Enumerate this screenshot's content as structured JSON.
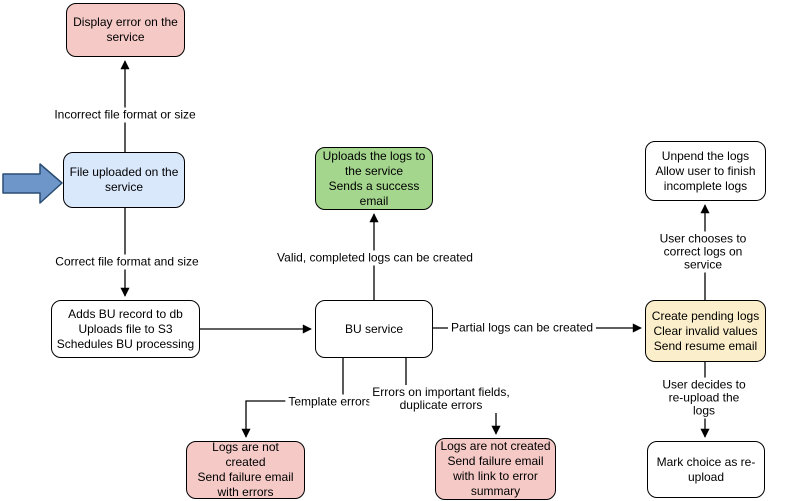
{
  "nodes": {
    "display_error": {
      "text": "Display error on the\nservice",
      "color": "#f4c9c6"
    },
    "file_uploaded": {
      "text": "File uploaded on the\nservice",
      "color": "#dae8fc"
    },
    "adds_bu": {
      "text": "Adds BU record to db\nUploads file to S3\nSchedules BU processing",
      "color": "#ffffff"
    },
    "bu_service": {
      "text": "BU service",
      "color": "#ffffff"
    },
    "uploads_logs": {
      "text": "Uploads the logs to\nthe service\nSends a success\nemail",
      "color": "#a4d68e"
    },
    "unpend": {
      "text": "Unpend the logs\nAllow user to finish\nincomplete logs",
      "color": "#ffffff"
    },
    "create_pending": {
      "text": "Create pending logs\nClear invalid values\nSend resume email",
      "color": "#fbeecb"
    },
    "logs_failure_errors": {
      "text": "Logs are not created\nSend failure email\nwith errors",
      "color": "#f4c9c6"
    },
    "logs_failure_summary": {
      "text": "Logs are not created\nSend failure email\nwith link to error\nsummary",
      "color": "#f4c9c6"
    },
    "mark_reupload": {
      "text": "Mark choice as re-\nupload",
      "color": "#ffffff"
    }
  },
  "edges": {
    "incorrect_format": {
      "label": "Incorrect file format or size"
    },
    "correct_format": {
      "label": "Correct file format and size"
    },
    "valid_logs": {
      "label": "Valid, completed logs can be created"
    },
    "partial_logs": {
      "label": "Partial logs can be created"
    },
    "user_corrects": {
      "label": "User chooses to correct logs on service"
    },
    "user_reuploads": {
      "label": "User decides to re-upload the logs"
    },
    "template_errors": {
      "label": "Template errors"
    },
    "important_errors": {
      "label": "Errors on important fields,\nduplicate errors"
    }
  },
  "colors": {
    "node_border": "#000000",
    "connector": "#000000",
    "input_arrow_fill": "#6f96c9",
    "input_arrow_stroke": "#2a4d73",
    "node_red": "#f4c9c6",
    "node_blue": "#dae8fc",
    "node_green": "#a4d68e",
    "node_yellow": "#fbeecb",
    "node_white": "#ffffff"
  }
}
